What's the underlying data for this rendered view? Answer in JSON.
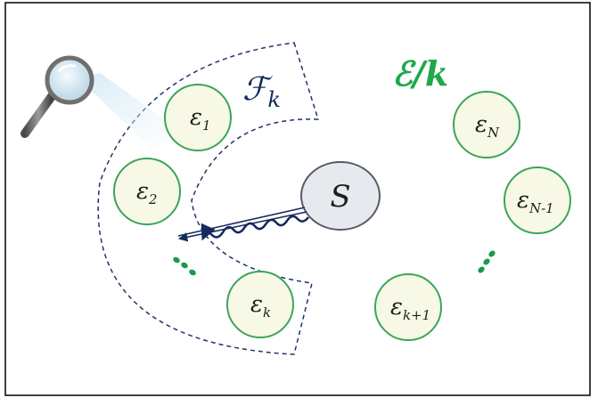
{
  "colors": {
    "border": "#000000",
    "dashed": "#1f3466",
    "env_stroke": "#3aa55a",
    "env_fill": "#f8f8e6",
    "system_fill": "#e6eaef",
    "system_stroke": "#555b64",
    "green_text": "#1ea84a",
    "navy": "#142a5c",
    "ellipsis": "#1a9a46"
  },
  "labels": {
    "fragment": "ℱ",
    "fragment_sub": "k",
    "rest": "ℰ/k",
    "system": "S"
  },
  "environments": [
    {
      "symbol": "ε",
      "sub": "1"
    },
    {
      "symbol": "ε",
      "sub": "2"
    },
    {
      "symbol": "ε",
      "sub": "k"
    },
    {
      "symbol": "ε",
      "sub": "N"
    },
    {
      "symbol": "ε",
      "sub": "N-1"
    },
    {
      "symbol": "ε",
      "sub": "k+1"
    }
  ],
  "icons": {
    "observer": "magnifying-glass-icon",
    "left_dots": "vertical-ellipsis-icon",
    "right_dots": "vertical-ellipsis-icon",
    "interaction": "wavy-arrow-icon",
    "transfer": "straight-arrow-icon"
  }
}
